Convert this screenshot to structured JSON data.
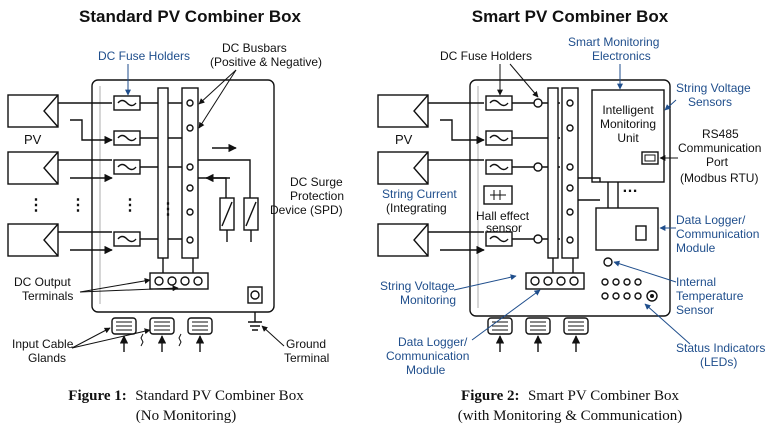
{
  "figure1": {
    "title": "Standard PV Combiner Box",
    "labels": {
      "dc_fuse_holders": "DC Fuse Holders",
      "dc_busbars_l1": "DC Busbars",
      "dc_busbars_l2": "(Positive & Negative)",
      "pv": "PV",
      "spd_l1": "DC Surge",
      "spd_l2": "Protection",
      "spd_l3": "Device (SPD)",
      "dc_output_l1": "DC Output",
      "dc_output_l2": "Terminals",
      "glands_l1": "Input Cable",
      "glands_l2": "Glands",
      "ground_l1": "Ground",
      "ground_l2": "Terminal"
    },
    "caption_bold": "Figure 1:",
    "caption_l1": "Standard PV Combiner Box",
    "caption_l2": "(No Monitoring)"
  },
  "figure2": {
    "title": "Smart PV Combiner Box",
    "labels": {
      "dc_fuse_holders": "DC Fuse Holders",
      "smart_mon_l1": "Smart Monitoring",
      "smart_mon_l2": "Electronics",
      "string_v_sensors_l1": "String Voltage",
      "string_v_sensors_l2": "Sensors",
      "imu_l1": "Intelligent",
      "imu_l2": "Monitoring",
      "imu_l3": "Unit",
      "rs485_l1": "RS485",
      "rs485_l2": "Communication",
      "rs485_l3": "Port",
      "rs485_l4": "(Modbus RTU)",
      "pv": "PV",
      "string_current_l1": "String Current",
      "string_current_l2": "(Integrating",
      "hall_l1": "Hall effect",
      "hall_l2": "sensor",
      "dlcm_right_l1": "Data Logger/",
      "dlcm_right_l2": "Communication",
      "dlcm_right_l3": "Module",
      "string_v_mon_l1": "String Voltage",
      "string_v_mon_l2": "Monitoring",
      "internal_temp_l1": "Internal",
      "internal_temp_l2": "Temperature",
      "internal_temp_l3": "Sensor",
      "dlcm_bottom_l1": "Data Logger/",
      "dlcm_bottom_l2": "Communication",
      "dlcm_bottom_l3": "Module",
      "status_l1": "Status Indicators",
      "status_l2": "(LEDs)"
    },
    "caption_bold": "Figure 2:",
    "caption_l1": "Smart PV Combiner Box",
    "caption_l2": "(with Monitoring & Communication)"
  },
  "colors": {
    "ink": "#111111",
    "annotation_blue": "#1f4e8c"
  }
}
